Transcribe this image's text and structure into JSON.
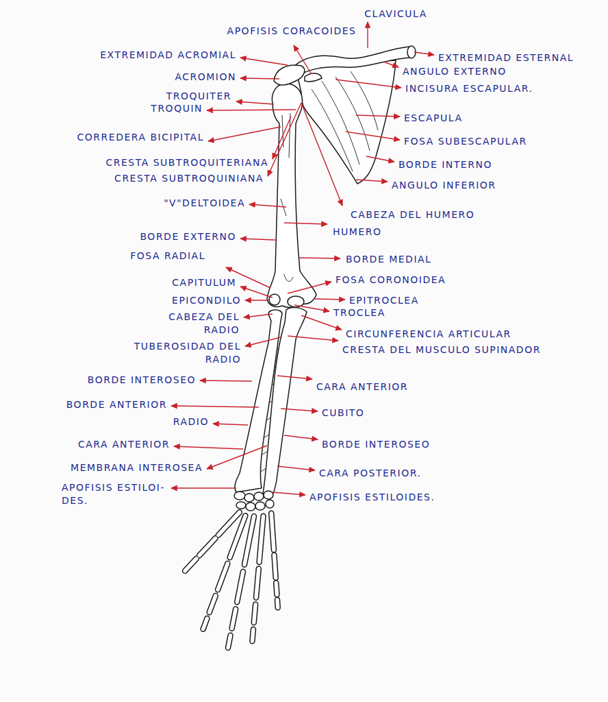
{
  "diagram": {
    "labels": [
      "CLAVICULA",
      "APOFISIS CORACOIDES",
      "EXTREMIDAD ACROMIAL",
      "EXTREMIDAD ESTERNAL",
      "ACROMION",
      "ANGULO EXTERNO",
      "INCISURA ESCAPULAR.",
      "TROQUITER",
      "TROQUIN",
      "ESCAPULA",
      "CORREDERA BICIPITAL",
      "FOSA SUBESCAPULAR",
      "CRESTA SUBTROQUITERIANA",
      "BORDE INTERNO",
      "CRESTA SUBTROQUINIANA",
      "ANGULO INFERIOR",
      "\"V\"DELTOIDEA",
      "CABEZA DEL HUMERO",
      "HUMERO",
      "BORDE EXTERNO",
      "BORDE MEDIAL",
      "FOSA RADIAL",
      "FOSA CORONOIDEA",
      "CAPITULUM",
      "EPICONDILO",
      "EPITROCLEA",
      "TROCLEA",
      "CABEZA DEL RADIO",
      "CIRCUNFERENCIA ARTICULAR",
      "TUBEROSIDAD DEL RADIO",
      "CRESTA DEL MUSCULO SUPINADOR",
      "BORDE INTEROSEO",
      "CARA ANTERIOR",
      "BORDE ANTERIOR",
      "CUBITO",
      "RADIO",
      "CARA ANTERIOR",
      "BORDE INTEROSEO",
      "MEMBRANA INTEROSEA",
      "CARA POSTERIOR.",
      "APOFISIS ESTILOI- DES.",
      "APOFISIS ESTILOIDES."
    ]
  }
}
